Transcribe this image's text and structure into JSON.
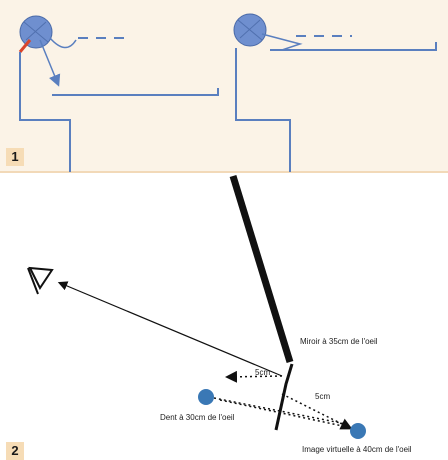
{
  "panels": [
    {
      "number": "1"
    },
    {
      "number": "2"
    }
  ],
  "diagram2": {
    "mirror_label": "Miroir à 35cm de l'oeil",
    "distance_a": "5cm",
    "distance_b": "5cm",
    "tooth_label": "Dent à 30cm de l'oeil",
    "image_label": "Image virtuelle à 40cm de l'oeil"
  },
  "colors": {
    "panel_1_background": "#fbf3e7",
    "badge": "#f6dcb6",
    "line_blue": "#5a7fbf",
    "dot_blue": "#3a78b5",
    "mirror": "#111111",
    "red_accent": "#d9442b"
  }
}
